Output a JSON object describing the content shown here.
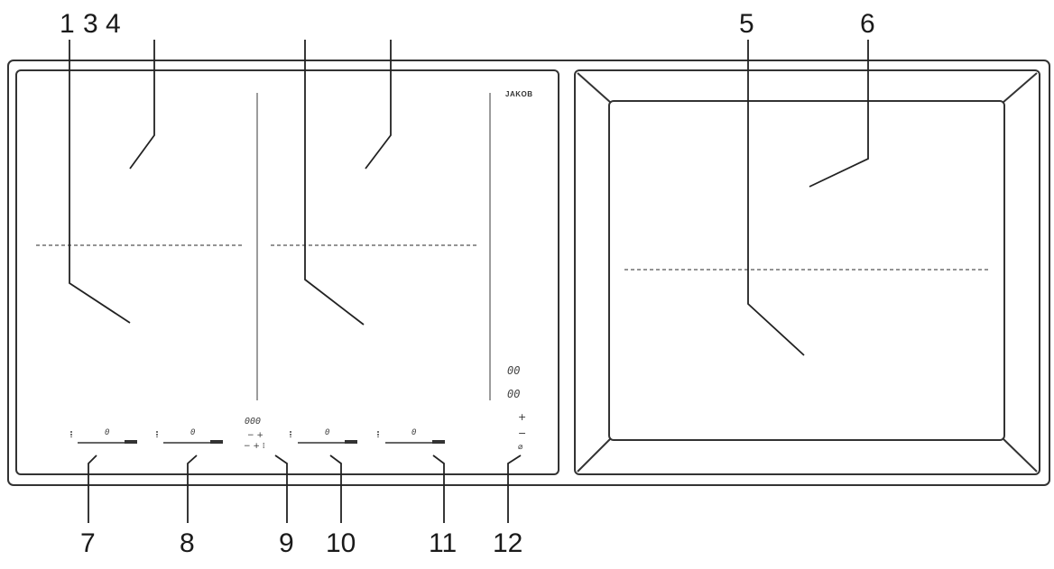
{
  "callouts": {
    "c1": "1",
    "c3": "3",
    "c4": "4",
    "c5": "5",
    "c6": "6",
    "c7": "7",
    "c8": "8",
    "c9": "9",
    "c10": "10",
    "c11": "11",
    "c12": "12"
  },
  "brand": "JAKOB",
  "timer_top": "00",
  "timer_bottom": "00",
  "center_digits": "000",
  "zone_readouts": [
    "0",
    "0",
    "0",
    "0"
  ],
  "side_symbols": {
    "plus": "+",
    "minus": "−",
    "power": "⌀"
  }
}
